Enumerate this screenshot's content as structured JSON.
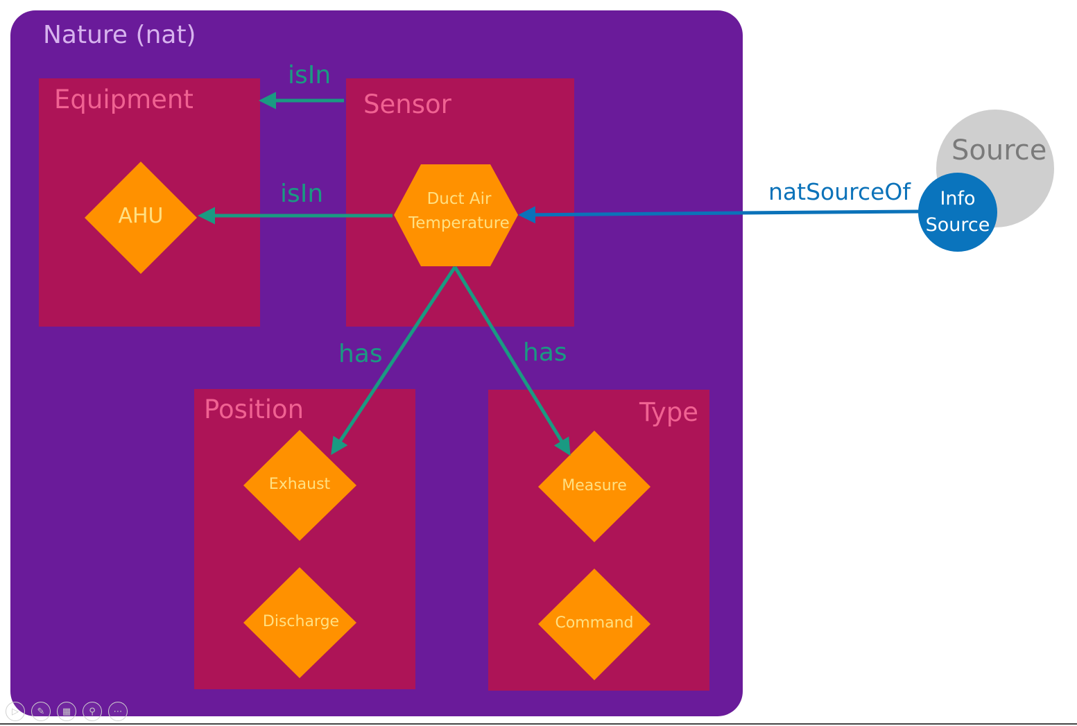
{
  "container": {
    "title": "Nature (nat)"
  },
  "groups": {
    "equipment": "Equipment",
    "sensor": "Sensor",
    "position": "Position",
    "type": "Type"
  },
  "nodes": {
    "ahu": "AHU",
    "duct_line1": "Duct Air",
    "duct_line2": "Temperature",
    "exhaust": "Exhaust",
    "discharge": "Discharge",
    "measure": "Measure",
    "command": "Command"
  },
  "edges": {
    "isin_group": "isIn",
    "isin_node": "isIn",
    "has_position": "has",
    "has_type": "has",
    "nat_source_of": "natSourceOf"
  },
  "source": {
    "title": "Source",
    "info_line1": "Info",
    "info_line2": "Source"
  },
  "colors": {
    "nature_bg": "#6a1b9a",
    "group_bg": "#ad1457",
    "node_fill": "#ff9100",
    "edge_green": "#1a9a82",
    "edge_blue": "#0b72b9"
  },
  "toolbar": {
    "icons": [
      "play-icon",
      "pen-icon",
      "slides-icon",
      "zoom-icon",
      "more-icon"
    ]
  }
}
